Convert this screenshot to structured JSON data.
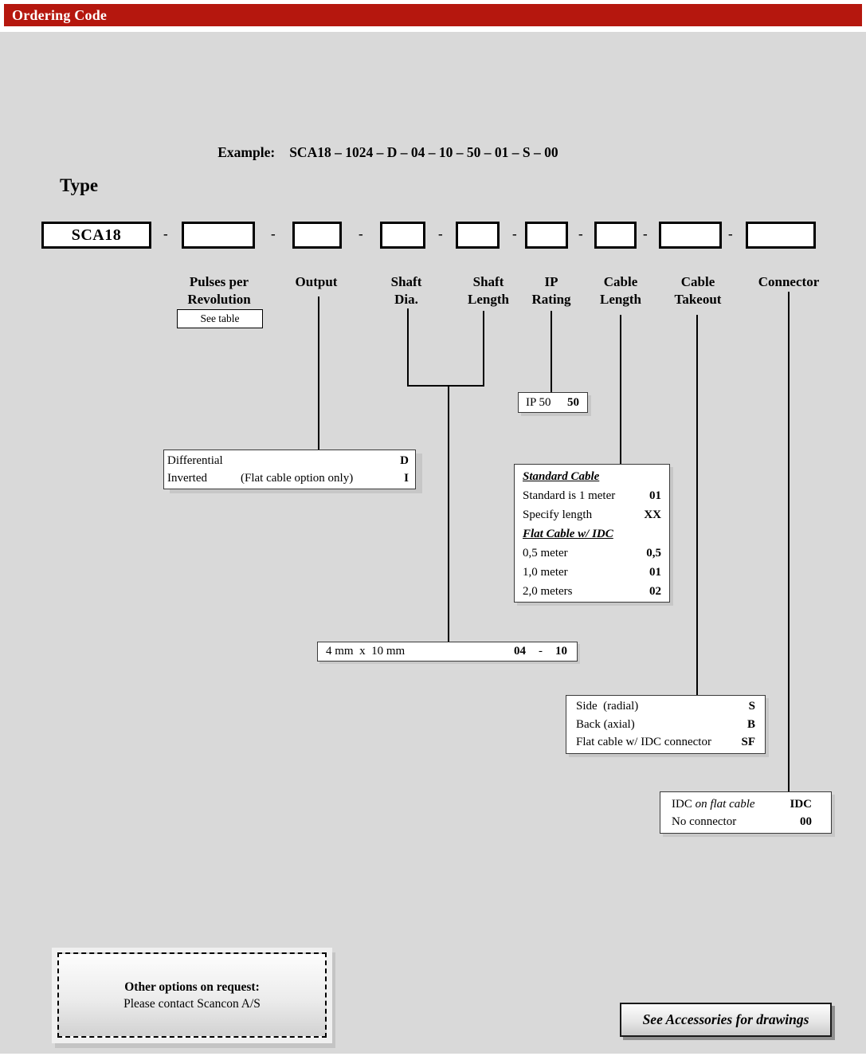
{
  "header": {
    "title": "Ordering Code"
  },
  "example": {
    "label": "Example:",
    "code": "SCA18 – 1024 – D – 04 – 10 – 50 – 01 – S – 00"
  },
  "type": {
    "heading": "Type",
    "base_code": "SCA18",
    "separator": "-"
  },
  "fields": [
    {
      "line1": "Pulses per",
      "line2": "Revolution"
    },
    {
      "line1": "Output",
      "line2": ""
    },
    {
      "line1": "Shaft",
      "line2": "Dia."
    },
    {
      "line1": "Shaft",
      "line2": "Length"
    },
    {
      "line1": "IP",
      "line2": "Rating"
    },
    {
      "line1": "Cable",
      "line2": "Length"
    },
    {
      "line1": "Cable",
      "line2": "Takeout"
    },
    {
      "line1": "Connector",
      "line2": ""
    }
  ],
  "see_table_label": "See table",
  "ip_rating_box": {
    "label": "IP 50",
    "code": "50"
  },
  "output_box": {
    "rows": [
      {
        "label": "Differential",
        "note": "",
        "code": "D"
      },
      {
        "label": "Inverted",
        "note": "(Flat cable option only)",
        "code": "I"
      }
    ]
  },
  "cable_length_box": {
    "section1": "Standard Cable",
    "rows1": [
      {
        "label": "Standard is 1 meter",
        "code": "01"
      },
      {
        "label": "Specify length",
        "code": "XX"
      }
    ],
    "section2": "Flat Cable w/ IDC",
    "rows2": [
      {
        "label": "0,5 meter",
        "code": "0,5"
      },
      {
        "label": "1,0 meter",
        "code": "01"
      },
      {
        "label": "2,0 meters",
        "code": "02"
      }
    ]
  },
  "shaft_box": {
    "label": "4 mm  x  10 mm",
    "code1": "04",
    "sep": "-",
    "code2": "10"
  },
  "cable_takeout_box": {
    "rows": [
      {
        "label": "Side  (radial)",
        "code": "S"
      },
      {
        "label": "Back (axial)",
        "code": "B"
      },
      {
        "label": "Flat cable w/ IDC connector",
        "code": "SF"
      }
    ]
  },
  "connector_box": {
    "rows": [
      {
        "label_prefix": "IDC ",
        "label_italic": "on flat cable",
        "code": "IDC"
      },
      {
        "label_prefix": "No connector",
        "label_italic": "",
        "code": "00"
      }
    ]
  },
  "other_options": {
    "line1": "Other options on request:",
    "line2": "Please contact Scancon A/S"
  },
  "accessories_note": "See Accessories for drawings",
  "colors": {
    "accent_red": "#b5170e",
    "page_gray": "#d9d9d9"
  }
}
